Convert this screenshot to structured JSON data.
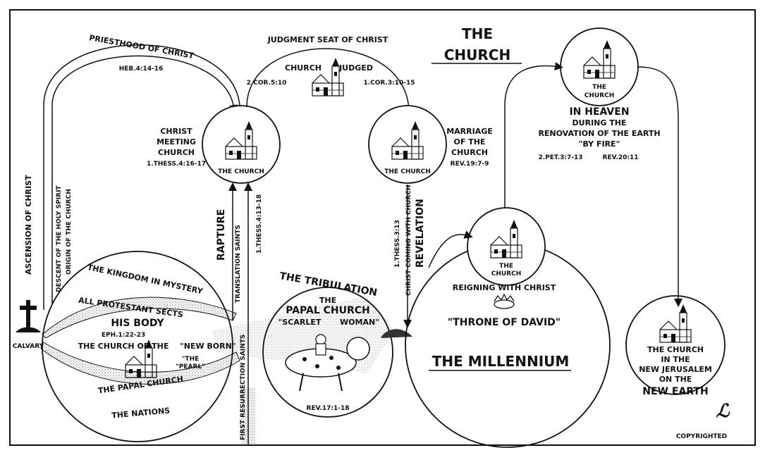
{
  "title_line1": "THE",
  "title_line2": "CHURCH",
  "priesthood": "PRIESTHOOD OF CHRIST",
  "priesthood_ref": "HEB.4:14-16",
  "judgment_seat": "JUDGMENT SEAT OF CHRIST",
  "church_judged_1": "CHURCH",
  "church_judged_2": "JUDGED",
  "judged_ref_left": "2.COR.5:10",
  "judged_ref_right": "1.COR.3:10-15",
  "christ_meeting_1": "CHRIST",
  "christ_meeting_2": "MEETING",
  "christ_meeting_3": "CHURCH",
  "christ_meeting_ref": "1.THESS.4:16-17",
  "the_church_label": "THE CHURCH",
  "marriage_1": "MARRIAGE",
  "marriage_2": "OF THE",
  "marriage_3": "CHURCH",
  "marriage_ref": "REV.19:7-9",
  "heaven_church_1": "THE",
  "heaven_church_2": "CHURCH",
  "in_heaven": "IN HEAVEN",
  "during_the": "DURING THE",
  "renovation": "RENOVATION OF THE EARTH",
  "by_fire": "\"BY FIRE\"",
  "heaven_ref_1": "2.PET.3:7-13",
  "heaven_ref_2": "REV.20:11",
  "ascension": "ASCENSION OF CHRIST",
  "descent_1": "DESCENT OF THE HOLY SPIRIT",
  "descent_2": "ORIGIN OF THE CHURCH",
  "rapture": "RAPTURE",
  "translation": "TRANSLATION SAINTS",
  "resurrection": "FIRST RESURRECTION SAINTS",
  "thess_4": "1.THESS.4:13-18",
  "thess_3": "1.THESS.3:13",
  "christ_coming": "CHRIST COMING WITH CHURCH",
  "revelation": "REVELATION",
  "kingdom": "THE KINGDOM IN MYSTERY",
  "protestant": "ALL PROTESTANT SECTS",
  "his_body": "HIS BODY",
  "eph_ref": "EPH.1:22-23",
  "church_of_the": "THE CHURCH OF THE",
  "new_born": "\"NEW BORN\"",
  "the_pearl_1": "\"THE",
  "the_pearl_2": "\"PEARL\"",
  "papal_church_band": "THE PAPAL CHURCH",
  "nations": "THE NATIONS",
  "calvary": "CALVARY",
  "tribulation": "THE TRIBULATION",
  "trib_the": "THE",
  "papal_church": "PAPAL CHURCH",
  "scarlet": "\"SCARLET",
  "woman": "WOMAN\"",
  "rev17": "REV.17:1-18",
  "mill_the": "THE",
  "mill_church": "CHURCH",
  "reigning": "REIGNING WITH CHRIST",
  "throne": "\"THRONE OF DAVID\"",
  "millennium": "THE MILLENNIUM",
  "nj_1": "THE CHURCH",
  "nj_2": "IN THE",
  "nj_3": "NEW JERUSALEM",
  "nj_4": "ON THE",
  "nj_5": "NEW EARTH",
  "copyrighted": "COPYRIGHTED"
}
